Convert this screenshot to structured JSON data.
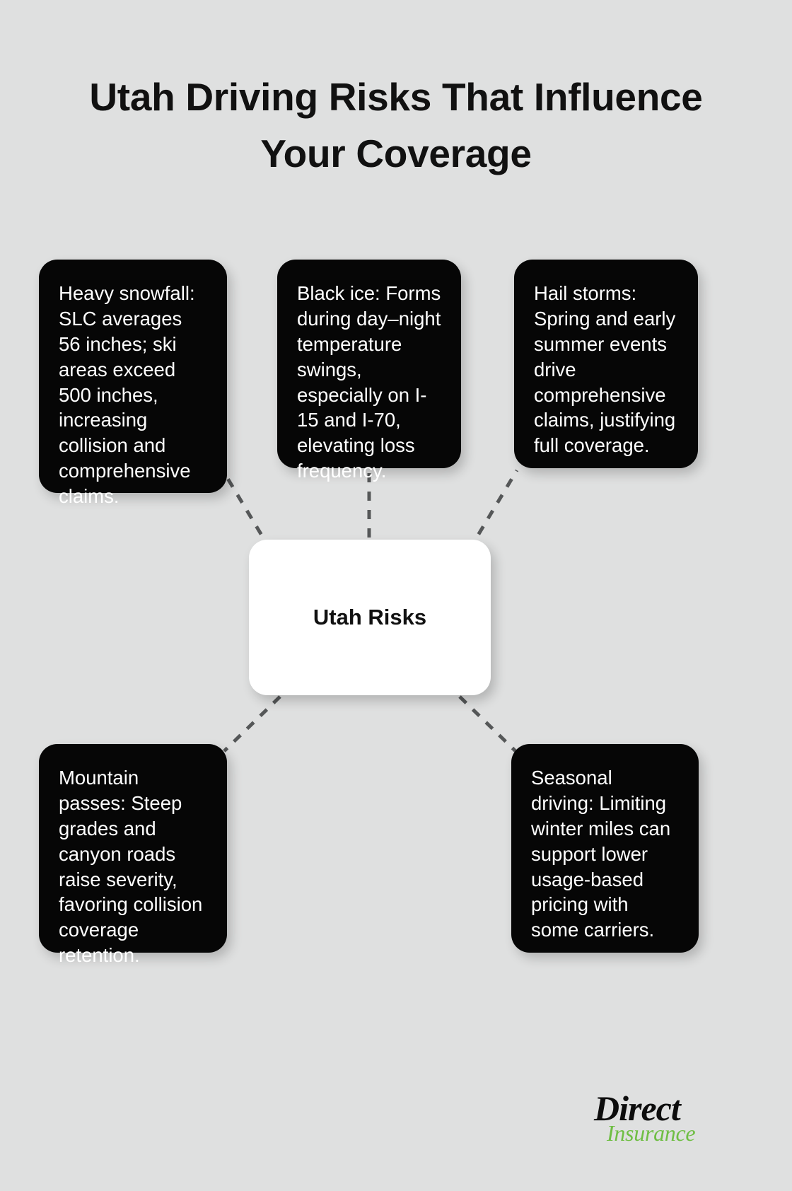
{
  "page": {
    "title": "Utah Driving Risks That Influence Your Coverage",
    "background_color": "#dfe0e0"
  },
  "diagram": {
    "type": "hub-and-spoke",
    "center": {
      "label": "Utah Risks",
      "background_color": "#ffffff",
      "text_color": "#111111"
    },
    "connector": {
      "style": "dashed",
      "color": "#555758"
    },
    "nodes": [
      {
        "id": "snowfall",
        "position": "top-left",
        "text": "Heavy snowfall: SLC averages 56 inches; ski areas exceed 500 inches, increasing collision and comprehensive claims.",
        "background_color": "#060606",
        "text_color": "#ffffff"
      },
      {
        "id": "black-ice",
        "position": "top-center",
        "text": "Black ice: Forms during day–night temperature swings, especially on I-15 and I-70, elevating loss frequency.",
        "background_color": "#060606",
        "text_color": "#ffffff"
      },
      {
        "id": "hail-storms",
        "position": "top-right",
        "text": "Hail storms: Spring and early summer events drive comprehensive claims, justifying full coverage.",
        "background_color": "#060606",
        "text_color": "#ffffff"
      },
      {
        "id": "mountain-passes",
        "position": "bottom-left",
        "text": "Mountain passes: Steep grades and canyon roads raise severity, favoring collision coverage retention.",
        "background_color": "#060606",
        "text_color": "#ffffff"
      },
      {
        "id": "seasonal-driving",
        "position": "bottom-right",
        "text": "Seasonal driving: Limiting winter miles can support lower usage-based pricing with some carriers.",
        "background_color": "#060606",
        "text_color": "#ffffff"
      }
    ]
  },
  "logo": {
    "primary": "Direct",
    "secondary": "Insurance",
    "primary_color": "#0d0d0d",
    "secondary_color": "#6fbe44"
  }
}
